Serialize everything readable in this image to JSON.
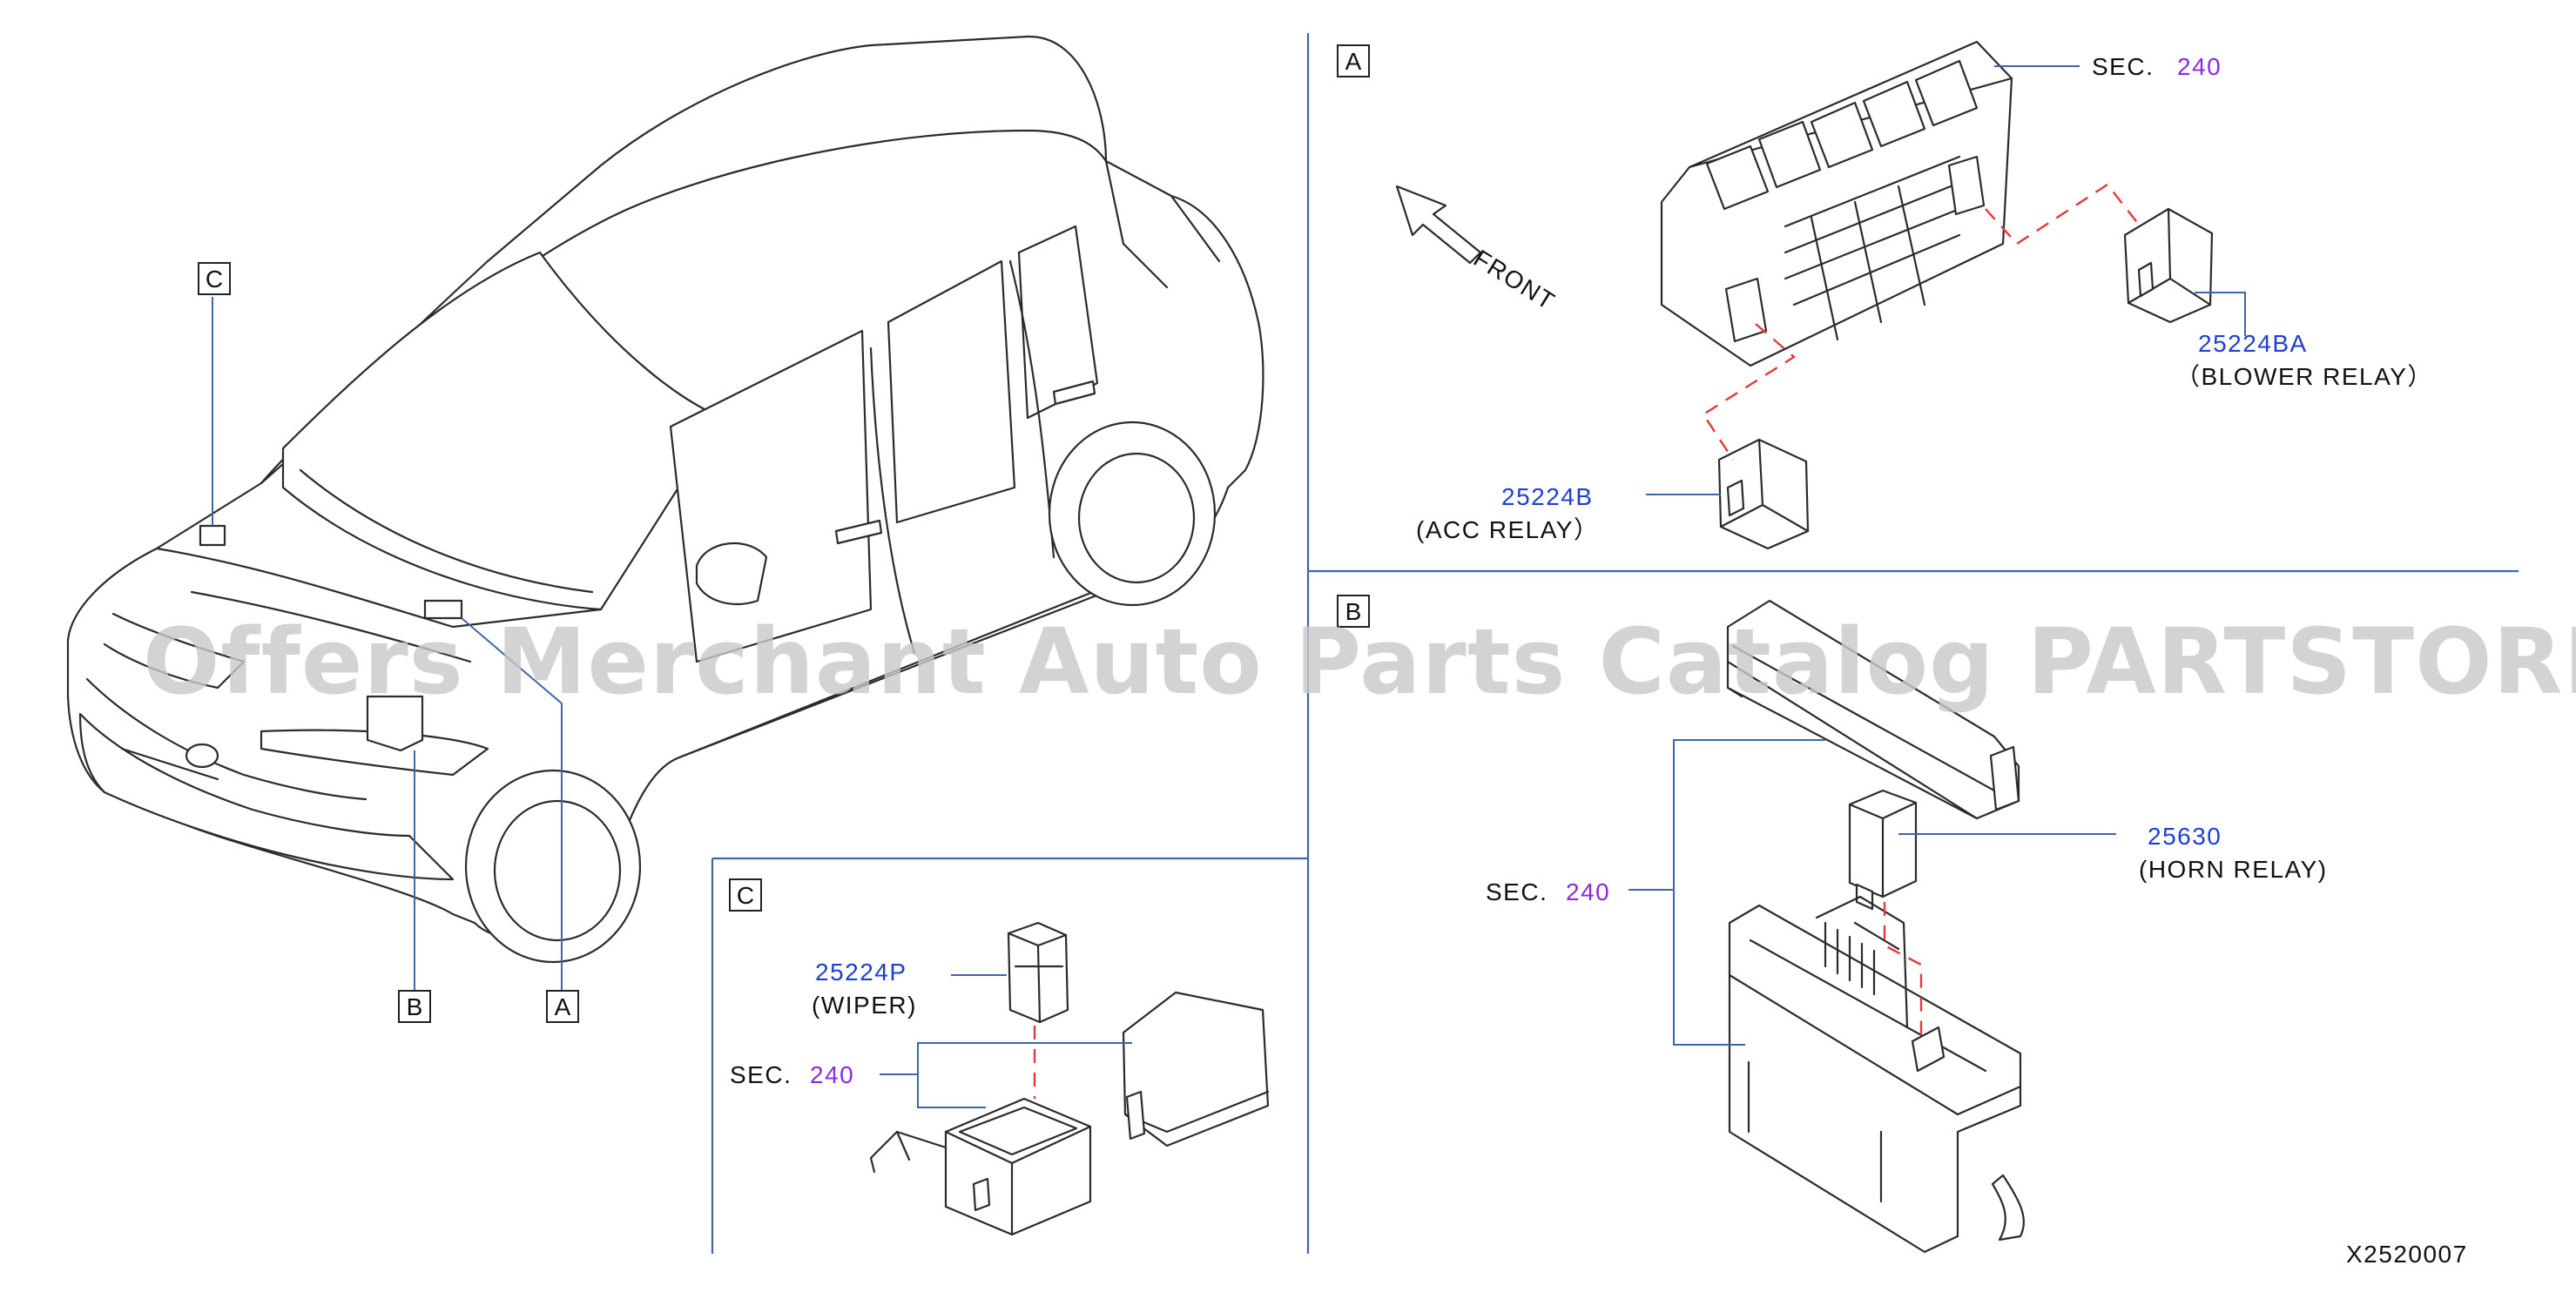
{
  "watermark": "Offers Merchant Auto Parts Catalog PARTSTORE.SA",
  "diagram_code": "X2520007",
  "direction_label": "FRONT",
  "callouts": {
    "a": "A",
    "b": "B",
    "c": "C"
  },
  "section_a": {
    "box_label": "A",
    "sec_prefix": "SEC.",
    "sec_number": "240",
    "parts": [
      {
        "number": "25224BA",
        "name": "（BLOWER   RELAY）"
      },
      {
        "number": "25224B",
        "name": "(ACC   RELAY）"
      }
    ]
  },
  "section_b": {
    "box_label": "B",
    "sec_prefix": "SEC.",
    "sec_number": "240",
    "parts": [
      {
        "number": "25630",
        "name": "(HORN   RELAY)"
      }
    ]
  },
  "section_c": {
    "box_label": "C",
    "sec_prefix": "SEC.",
    "sec_number": "240",
    "parts": [
      {
        "number": "25224P",
        "name": "(WIPER)"
      }
    ]
  }
}
